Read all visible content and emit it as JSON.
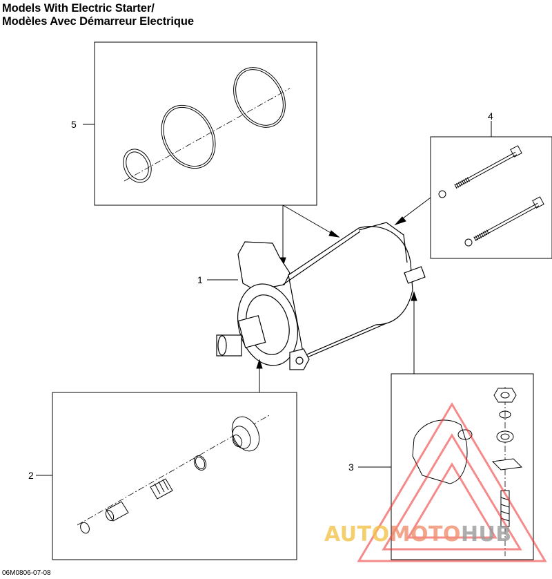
{
  "title": {
    "line1": "Models With Electric Starter/",
    "line2": "Modèles Avec Démarreur Electrique"
  },
  "callouts": [
    "1",
    "2",
    "3",
    "4",
    "5"
  ],
  "part_number": "06M0806-07-08",
  "watermark": {
    "part1": "AUTO",
    "part2": "MOTO",
    "part3": "HUB",
    "colors": {
      "auto": "#f3c24a",
      "moto": "#ef8f6f",
      "hub": "#9a9a9a",
      "triangle": "#ee2b2b"
    }
  }
}
